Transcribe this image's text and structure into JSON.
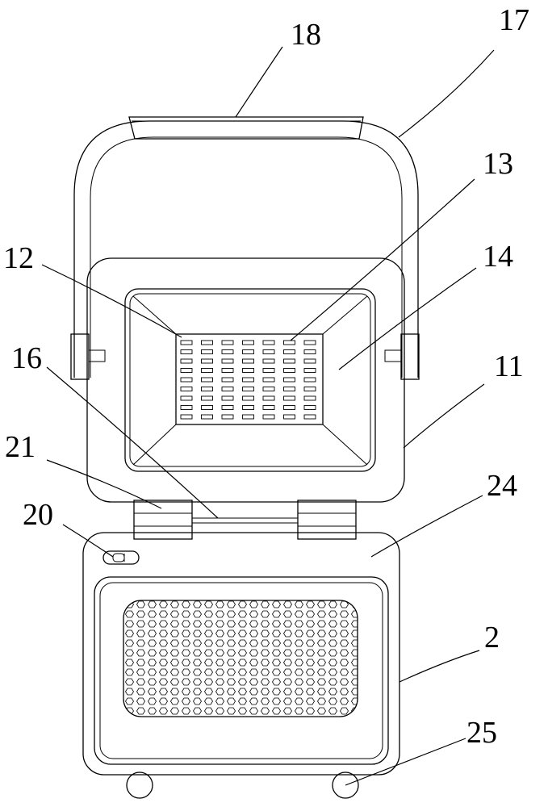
{
  "labels": {
    "l18": "18",
    "l17": "17",
    "l13": "13",
    "l12": "12",
    "l14": "14",
    "l16": "16",
    "l11": "11",
    "l21": "21",
    "l24": "24",
    "l20": "20",
    "l2": "2",
    "l25": "25"
  }
}
